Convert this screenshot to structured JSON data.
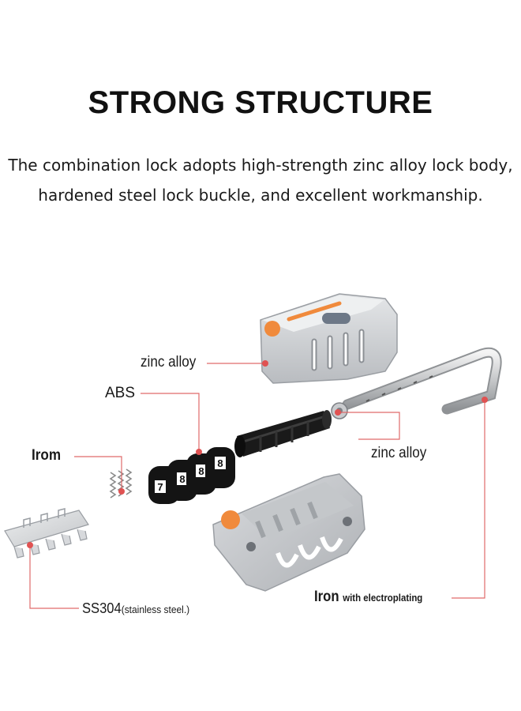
{
  "title": "STRONG STRUCTURE",
  "subtitle": {
    "line1": "The combination lock adopts high-strength zinc alloy lock body,",
    "line2": "hardened steel lock buckle, and excellent workmanship."
  },
  "labels": {
    "zinc_alloy_top": "zinc alloy",
    "abs": "ABS",
    "irom": "Irom",
    "zinc_alloy_right": "zinc alloy",
    "iron_bold": "Iron",
    "iron_rest": "with electroplating",
    "ss304": "SS304",
    "ss304_note": "(stainless steel.)"
  },
  "dial_digits": [
    "7",
    "8",
    "8",
    "8"
  ],
  "colors": {
    "callout_line": "#e06a6a",
    "callout_dot": "#e05252",
    "accent_orange": "#f08a3c",
    "body_gray": "#c9cbce",
    "dial_black": "#141414"
  }
}
